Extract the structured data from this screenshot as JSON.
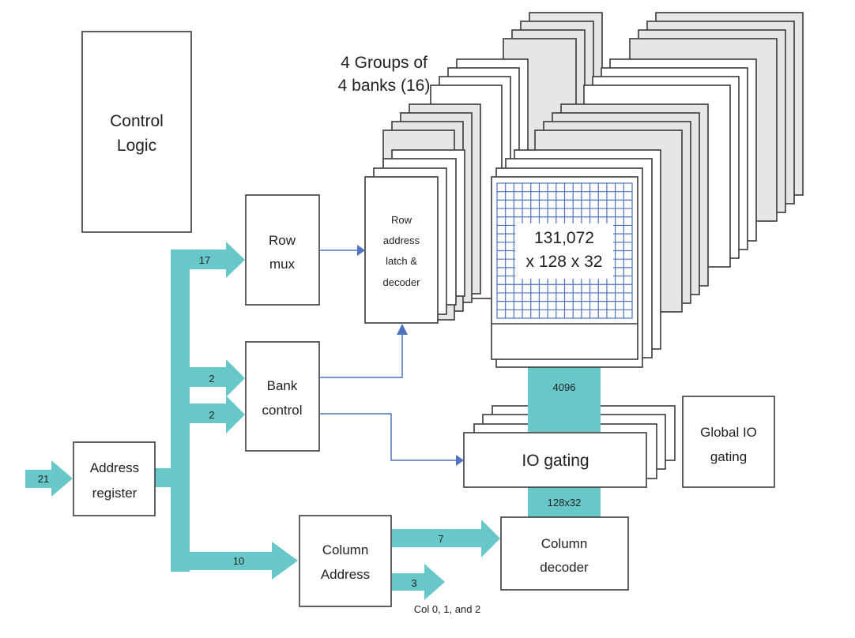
{
  "title": "DRAM block diagram",
  "colors": {
    "bus": "#68c8c9",
    "signal": "#4f73c0",
    "bank_fill_grey": "#e6e6e6",
    "box_stroke": "#3a3a3a"
  },
  "blocks": {
    "control_logic": [
      "Control",
      "Logic"
    ],
    "address_register": [
      "Address",
      "register"
    ],
    "row_mux": [
      "Row",
      "mux"
    ],
    "bank_control": [
      "Bank",
      "control"
    ],
    "row_decoder": [
      "Row",
      "address",
      "latch &",
      "decoder"
    ],
    "memory_array": [
      "131,072",
      "x 128 x 32"
    ],
    "io_gating": "IO gating",
    "global_io_gating": [
      "Global IO",
      "gating"
    ],
    "column_address": [
      "Column",
      "Address"
    ],
    "column_decoder": [
      "Column",
      "decoder"
    ]
  },
  "annotations": {
    "bank_groups": [
      "4 Groups of",
      "4 banks (16)"
    ],
    "col_select": "Col 0, 1, and 2"
  },
  "bus_widths": {
    "address_in": "21",
    "row_mux": "17",
    "bank_group": "2",
    "bank": "2",
    "column": "10",
    "column_decoder": "7",
    "col_select": "3",
    "array_to_io": "4096",
    "io_to_col_decoder": "128x32"
  }
}
